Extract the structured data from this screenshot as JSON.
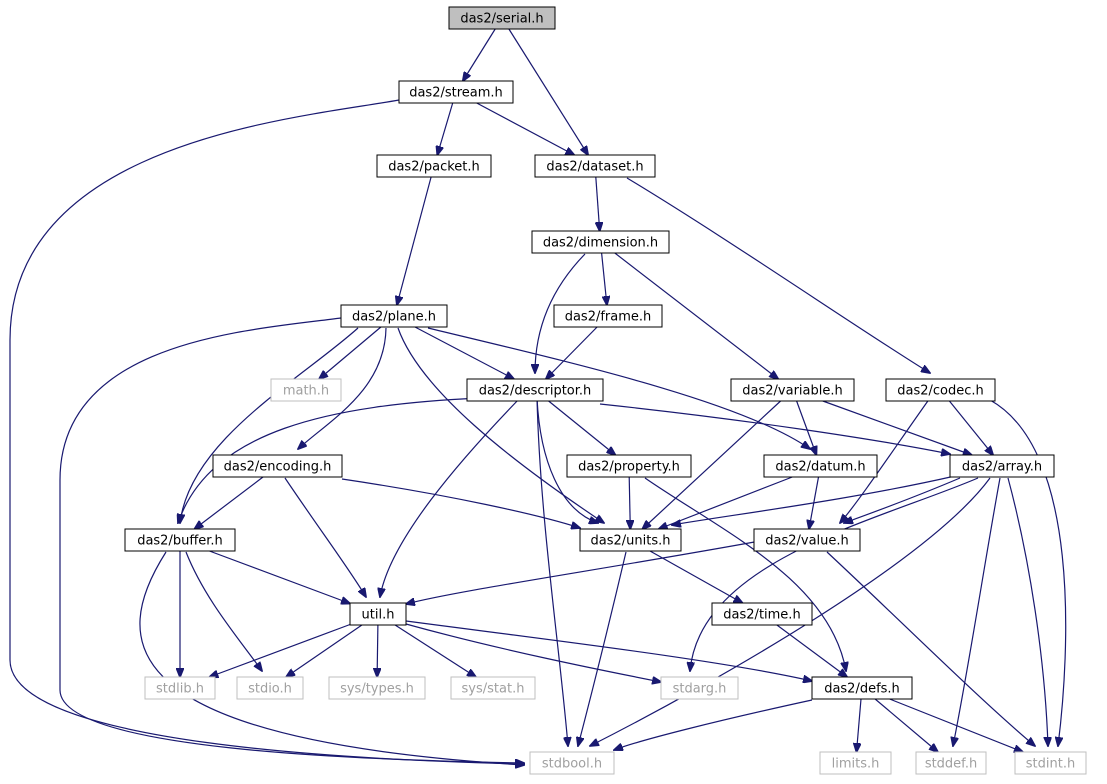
{
  "colors": {
    "edge": "#191970",
    "border_local": "#000000",
    "border_system": "#bfbfbf",
    "text_local": "#000000",
    "text_system": "#a0a0a0",
    "fill_root": "#bfbfbf",
    "fill_default": "#ffffff"
  },
  "nodes": [
    {
      "id": "serial",
      "label": "das2/serial.h",
      "kind": "root"
    },
    {
      "id": "stream",
      "label": "das2/stream.h",
      "kind": "local"
    },
    {
      "id": "dataset",
      "label": "das2/dataset.h",
      "kind": "local"
    },
    {
      "id": "packet",
      "label": "das2/packet.h",
      "kind": "local"
    },
    {
      "id": "dimension",
      "label": "das2/dimension.h",
      "kind": "local"
    },
    {
      "id": "plane",
      "label": "das2/plane.h",
      "kind": "local"
    },
    {
      "id": "frame",
      "label": "das2/frame.h",
      "kind": "local"
    },
    {
      "id": "math",
      "label": "math.h",
      "kind": "system"
    },
    {
      "id": "descriptor",
      "label": "das2/descriptor.h",
      "kind": "local"
    },
    {
      "id": "variable",
      "label": "das2/variable.h",
      "kind": "local"
    },
    {
      "id": "codec",
      "label": "das2/codec.h",
      "kind": "local"
    },
    {
      "id": "encoding",
      "label": "das2/encoding.h",
      "kind": "local"
    },
    {
      "id": "property",
      "label": "das2/property.h",
      "kind": "local"
    },
    {
      "id": "datum",
      "label": "das2/datum.h",
      "kind": "local"
    },
    {
      "id": "array",
      "label": "das2/array.h",
      "kind": "local"
    },
    {
      "id": "buffer",
      "label": "das2/buffer.h",
      "kind": "local"
    },
    {
      "id": "units",
      "label": "das2/units.h",
      "kind": "local"
    },
    {
      "id": "value",
      "label": "das2/value.h",
      "kind": "local"
    },
    {
      "id": "util",
      "label": "util.h",
      "kind": "local"
    },
    {
      "id": "time",
      "label": "das2/time.h",
      "kind": "local"
    },
    {
      "id": "stdlib",
      "label": "stdlib.h",
      "kind": "system"
    },
    {
      "id": "stdio",
      "label": "stdio.h",
      "kind": "system"
    },
    {
      "id": "systypes",
      "label": "sys/types.h",
      "kind": "system"
    },
    {
      "id": "sysstat",
      "label": "sys/stat.h",
      "kind": "system"
    },
    {
      "id": "stdarg",
      "label": "stdarg.h",
      "kind": "system"
    },
    {
      "id": "defs",
      "label": "das2/defs.h",
      "kind": "local"
    },
    {
      "id": "limits",
      "label": "limits.h",
      "kind": "system"
    },
    {
      "id": "stddef",
      "label": "stddef.h",
      "kind": "system"
    },
    {
      "id": "stdint",
      "label": "stdint.h",
      "kind": "system"
    },
    {
      "id": "stdbool",
      "label": "stdbool.h",
      "kind": "system"
    }
  ],
  "edges": [
    [
      "serial",
      "stream"
    ],
    [
      "serial",
      "dataset"
    ],
    [
      "stream",
      "packet"
    ],
    [
      "stream",
      "dataset"
    ],
    [
      "stream",
      "stdbool"
    ],
    [
      "packet",
      "plane"
    ],
    [
      "dataset",
      "dimension"
    ],
    [
      "dataset",
      "codec"
    ],
    [
      "dimension",
      "frame"
    ],
    [
      "dimension",
      "descriptor"
    ],
    [
      "dimension",
      "variable"
    ],
    [
      "frame",
      "descriptor"
    ],
    [
      "plane",
      "math"
    ],
    [
      "plane",
      "descriptor"
    ],
    [
      "plane",
      "encoding"
    ],
    [
      "plane",
      "buffer"
    ],
    [
      "plane",
      "units"
    ],
    [
      "plane",
      "datum"
    ],
    [
      "plane",
      "stdbool"
    ],
    [
      "descriptor",
      "buffer"
    ],
    [
      "descriptor",
      "property"
    ],
    [
      "descriptor",
      "array"
    ],
    [
      "descriptor",
      "units"
    ],
    [
      "descriptor",
      "util"
    ],
    [
      "descriptor",
      "stdbool"
    ],
    [
      "variable",
      "datum"
    ],
    [
      "variable",
      "array"
    ],
    [
      "variable",
      "units"
    ],
    [
      "codec",
      "array"
    ],
    [
      "codec",
      "value"
    ],
    [
      "codec",
      "stdint"
    ],
    [
      "encoding",
      "buffer"
    ],
    [
      "encoding",
      "units"
    ],
    [
      "encoding",
      "util"
    ],
    [
      "property",
      "units"
    ],
    [
      "property",
      "defs"
    ],
    [
      "datum",
      "units"
    ],
    [
      "datum",
      "value"
    ],
    [
      "array",
      "units"
    ],
    [
      "array",
      "value"
    ],
    [
      "array",
      "stdarg"
    ],
    [
      "array",
      "stdbool"
    ],
    [
      "array",
      "stddef"
    ],
    [
      "array",
      "stdint"
    ],
    [
      "buffer",
      "util"
    ],
    [
      "buffer",
      "stdlib"
    ],
    [
      "buffer",
      "stdio"
    ],
    [
      "buffer",
      "stdbool"
    ],
    [
      "units",
      "time"
    ],
    [
      "units",
      "stdbool"
    ],
    [
      "value",
      "util"
    ],
    [
      "value",
      "stdint"
    ],
    [
      "util",
      "stdlib"
    ],
    [
      "util",
      "stdio"
    ],
    [
      "util",
      "systypes"
    ],
    [
      "util",
      "sysstat"
    ],
    [
      "util",
      "stdarg"
    ],
    [
      "util",
      "defs"
    ],
    [
      "time",
      "defs"
    ],
    [
      "defs",
      "stdbool"
    ],
    [
      "defs",
      "limits"
    ],
    [
      "defs",
      "stddef"
    ],
    [
      "defs",
      "stdint"
    ]
  ]
}
